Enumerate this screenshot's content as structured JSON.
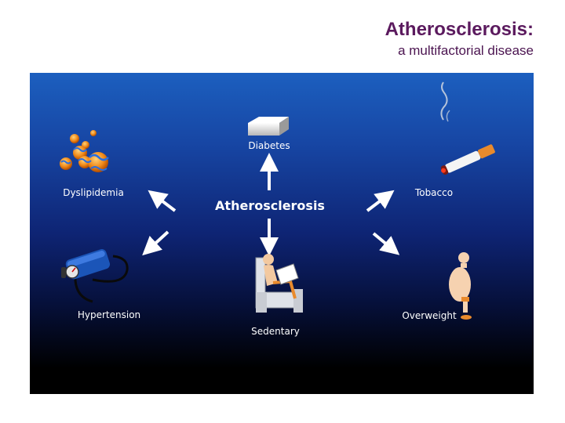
{
  "slide": {
    "title": "Atherosclerosis:",
    "subtitle": "a multifactorial disease"
  },
  "diagram": {
    "center": "Atherosclerosis",
    "factors": {
      "diabetes": "Diabetes",
      "dyslipidemia": "Dyslipidemia",
      "tobacco": "Tobacco",
      "hypertension": "Hypertension",
      "sedentary": "Sedentary",
      "overweight": "Overweight"
    }
  },
  "colors": {
    "title": "#5b1a5e",
    "panel_top": "#1c5fbf",
    "panel_bottom": "#000000",
    "arrow": "#ffffff"
  },
  "icons": [
    "lipid-particles-icon",
    "sugar-cube-icon",
    "cigarette-icon",
    "blood-pressure-cuff-icon",
    "person-in-armchair-icon",
    "overweight-person-icon"
  ]
}
